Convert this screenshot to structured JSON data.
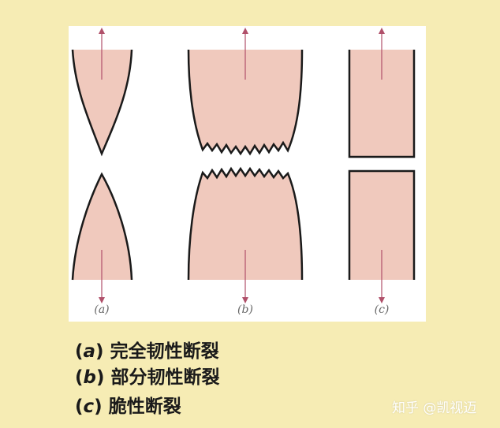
{
  "colors": {
    "background": "#f6ecb4",
    "panel": "#ffffff",
    "specimen_fill": "#f0c9bd",
    "outline": "#1a1a1a",
    "arrow": "#b0506a",
    "label_text": "#666666"
  },
  "diagram": {
    "labels": {
      "a": "(a)",
      "b": "(b)",
      "c": "(c)"
    }
  },
  "captions": [
    {
      "letter": "a",
      "text": "完全韧性断裂"
    },
    {
      "letter": "b",
      "text": "部分韧性断裂"
    },
    {
      "letter": "c",
      "text": "脆性断裂"
    }
  ],
  "watermark": "知乎 @凯视迈"
}
